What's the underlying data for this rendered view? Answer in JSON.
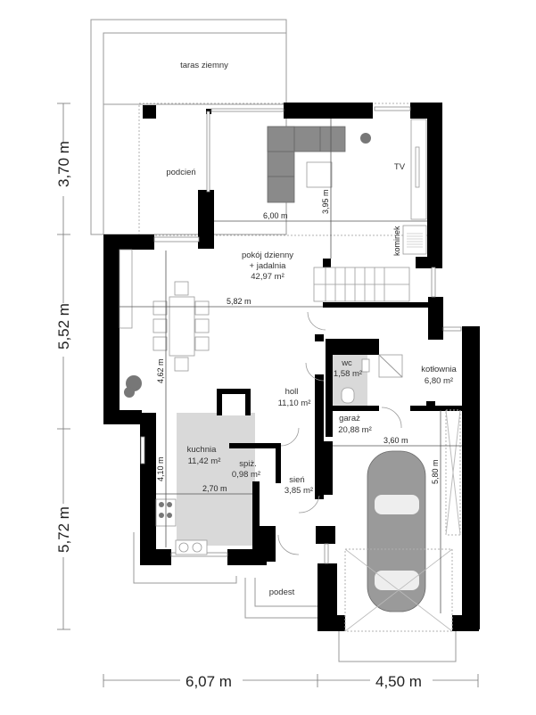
{
  "plan": {
    "overall_dimensions": {
      "vertical": [
        "3,70 m",
        "5,52 m",
        "5,72 m"
      ],
      "horizontal": [
        "6,07 m",
        "4,50 m"
      ]
    },
    "rooms": [
      {
        "name": "taras ziemny",
        "area": ""
      },
      {
        "name": "podcień",
        "area": ""
      },
      {
        "name": "pokój dzienny",
        "name2": "+ jadalnia",
        "area": "42,97 m²"
      },
      {
        "name": "wc",
        "area": "1,58 m²"
      },
      {
        "name": "kotłownia",
        "area": "6,80 m²"
      },
      {
        "name": "holl",
        "area": "11,10 m²"
      },
      {
        "name": "garaż",
        "area": "20,88 m²"
      },
      {
        "name": "kuchnia",
        "area": "11,42 m²"
      },
      {
        "name": "spiż.",
        "area": "0,98 m²"
      },
      {
        "name": "sień",
        "area": "3,85 m²"
      },
      {
        "name": "podest",
        "area": ""
      }
    ],
    "labels": {
      "tv": "TV",
      "kominek": "kominek"
    },
    "inner_dimensions": {
      "living_width": "6,00 m",
      "living_depth": "3,95 m",
      "dining_width": "5,82 m",
      "dining_depth": "4,62 m",
      "kitchen_depth": "4,10 m",
      "kitchen_width": "2,70 m",
      "garage_width": "3,60 m",
      "garage_depth": "5,80 m"
    },
    "colors": {
      "wall": "#000000",
      "floor_tile": "#d9d9d9",
      "furniture_grey": "#8a8a8a",
      "line": "#9a9a9a"
    }
  }
}
